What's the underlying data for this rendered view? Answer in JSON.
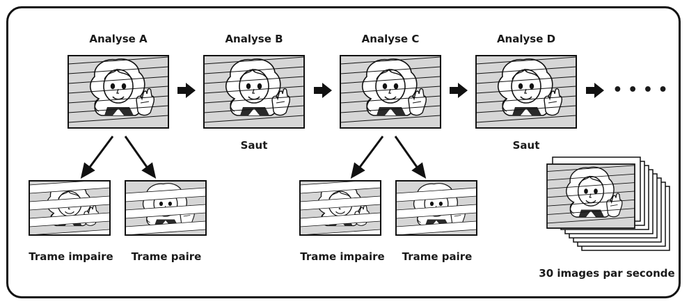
{
  "analyses": [
    {
      "label": "Analyse A"
    },
    {
      "label": "Analyse B",
      "note": "Saut"
    },
    {
      "label": "Analyse C"
    },
    {
      "label": "Analyse D",
      "note": "Saut"
    }
  ],
  "fields": {
    "odd_label": "Trame impaire",
    "even_label": "Trame paire"
  },
  "continuation": "• • • •",
  "stack_caption": "30 images par seconde",
  "colors": {
    "ink": "#111111",
    "screen": "#d6d6d6",
    "band": "#ffffff"
  },
  "icons": [
    "face-frame-icon",
    "right-arrow-icon",
    "split-arrow-icon"
  ]
}
